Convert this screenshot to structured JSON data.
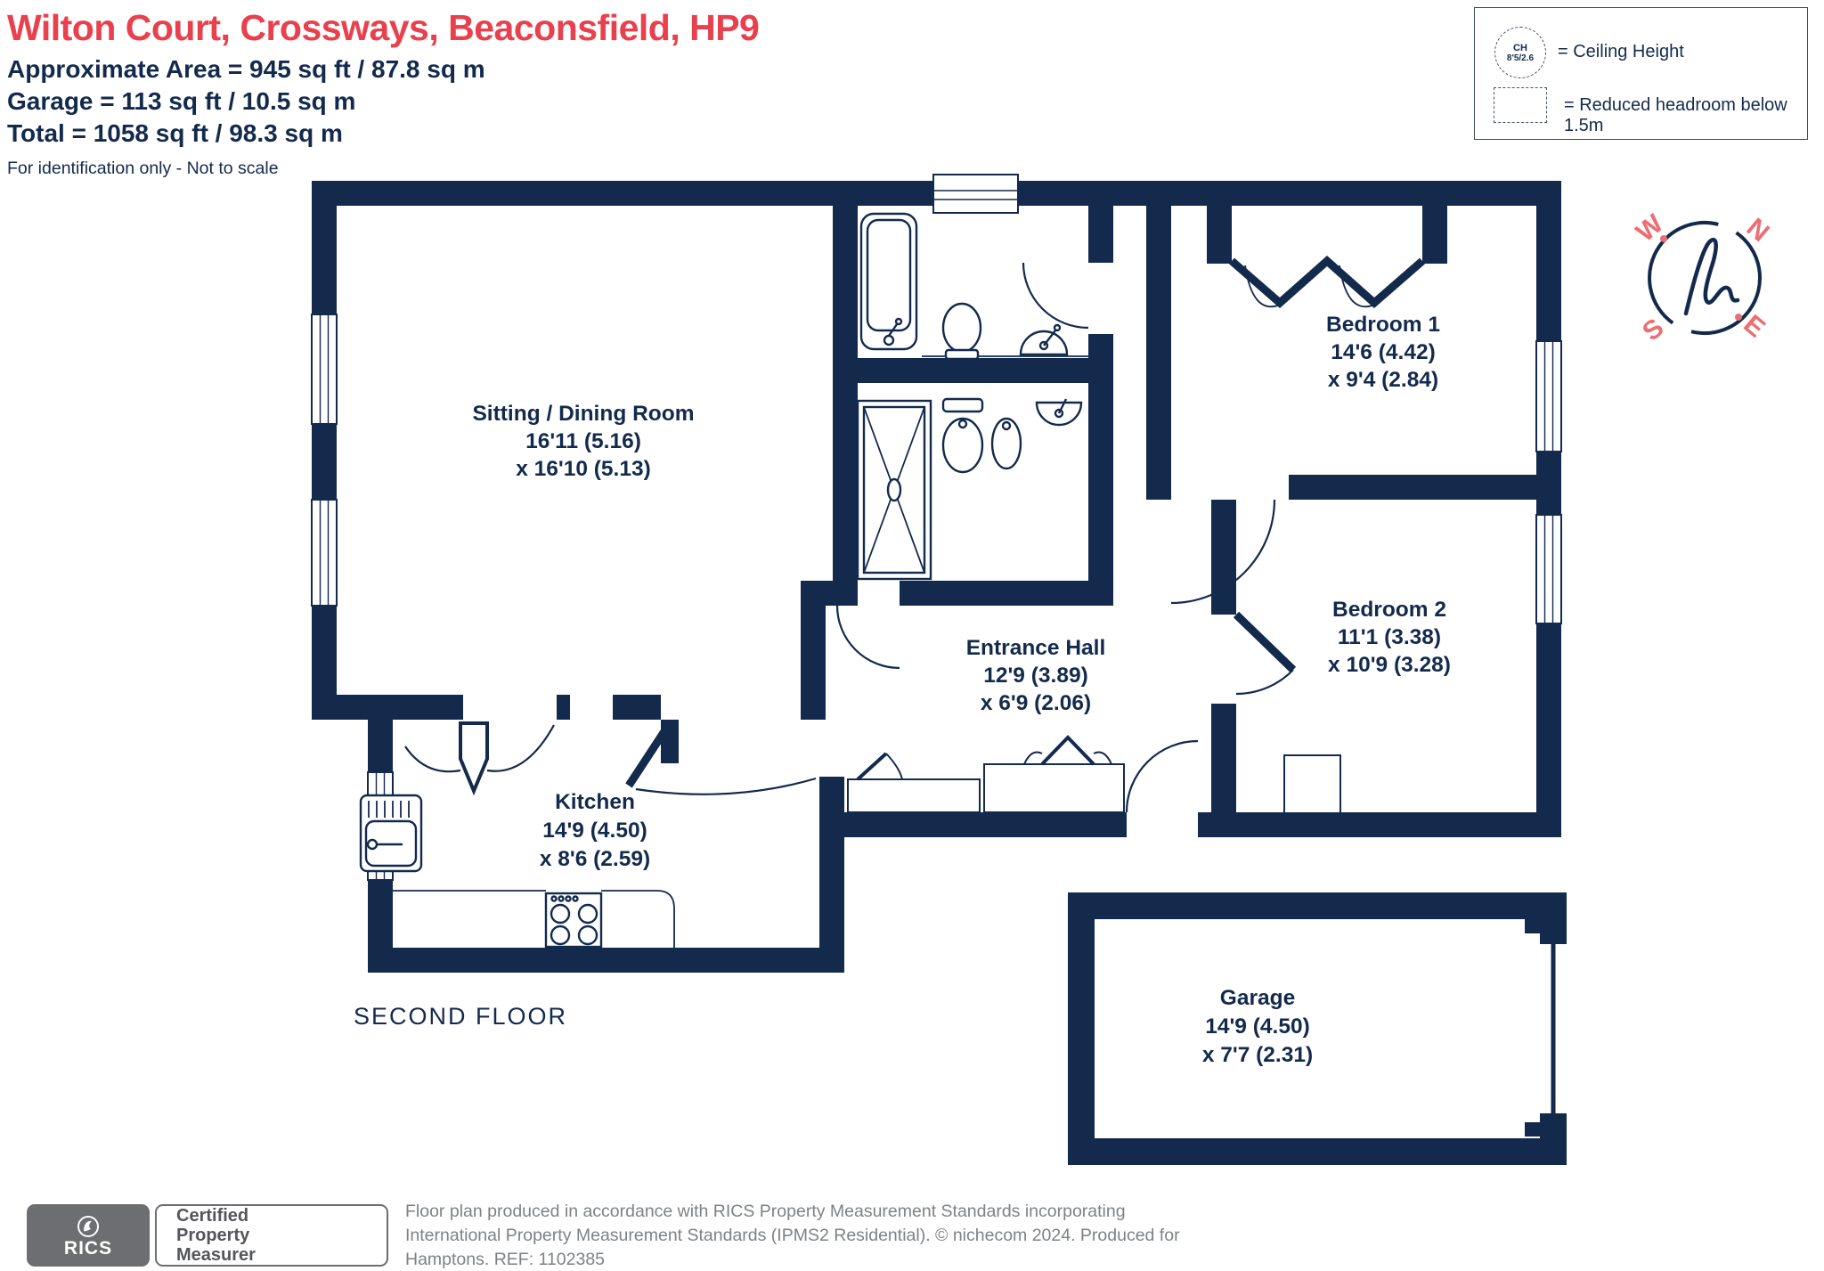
{
  "header": {
    "title": "Wilton Court, Crossways, Beaconsfield, HP9",
    "area_line": "Approximate Area = 945 sq ft / 87.8 sq m",
    "garage_line": "Garage = 113 sq ft / 10.5 sq m",
    "total_line": "Total = 1058 sq ft / 98.3 sq m",
    "disclaimer": "For identification only - Not to scale"
  },
  "legend": {
    "ceiling_symbol_line1": "CH",
    "ceiling_symbol_line2": "8'5/2.6",
    "ceiling_label": "= Ceiling Height",
    "reduced_headroom_label": "= Reduced headroom below 1.5m"
  },
  "compass": {
    "n": "N",
    "w": "W",
    "s": "S",
    "e": "E"
  },
  "floor_label": "SECOND FLOOR",
  "rooms": [
    {
      "name": "Sitting / Dining Room",
      "dim1": "16'11 (5.16)",
      "dim2": "x 16'10 (5.13)"
    },
    {
      "name": "Bedroom 1",
      "dim1": "14'6 (4.42)",
      "dim2": "x 9'4 (2.84)"
    },
    {
      "name": "Bedroom 2",
      "dim1": "11'1 (3.38)",
      "dim2": "x 10'9 (3.28)"
    },
    {
      "name": "Entrance Hall",
      "dim1": "12'9 (3.89)",
      "dim2": "x 6'9 (2.06)"
    },
    {
      "name": "Kitchen",
      "dim1": "14'9 (4.50)",
      "dim2": "x 8'6 (2.59)"
    },
    {
      "name": "Garage",
      "dim1": "14'9 (4.50)",
      "dim2": "x 7'7 (2.31)"
    }
  ],
  "footer": {
    "rics_word": "RICS",
    "badge_line1": "Certified",
    "badge_line2": "Property",
    "badge_line3": "Measurer",
    "line1": "Floor plan produced in accordance with RICS Property Measurement Standards incorporating",
    "line2": "International Property Measurement Standards (IPMS2 Residential).  © nichecom 2024.   Produced for",
    "line3": "Hamptons.   REF:  1102385"
  },
  "colors": {
    "wall_navy": "#132A4D",
    "title_red": "#E8414D",
    "compass_red": "#EC6E72",
    "footer_gray": "#7e8285"
  }
}
